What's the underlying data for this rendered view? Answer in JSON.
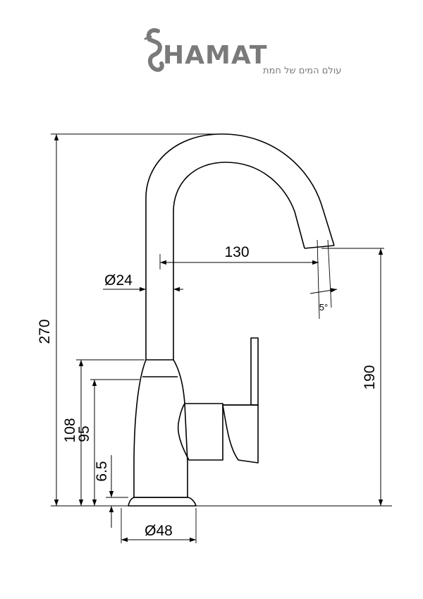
{
  "brand": {
    "name": "HAMAT",
    "tagline": "עולם המים של חמת",
    "logo_icon": "seahorse-icon",
    "color": "#7a7a7a"
  },
  "drawing": {
    "line_color": "#000000",
    "dimensions": {
      "total_height": "270",
      "spout_reach": "130",
      "spout_diameter": "Ø24",
      "spout_angle": "5°",
      "outlet_height": "190",
      "body_height_outer": "108",
      "body_height_inner": "95",
      "base_thickness": "6.5",
      "base_diameter": "Ø48"
    }
  }
}
